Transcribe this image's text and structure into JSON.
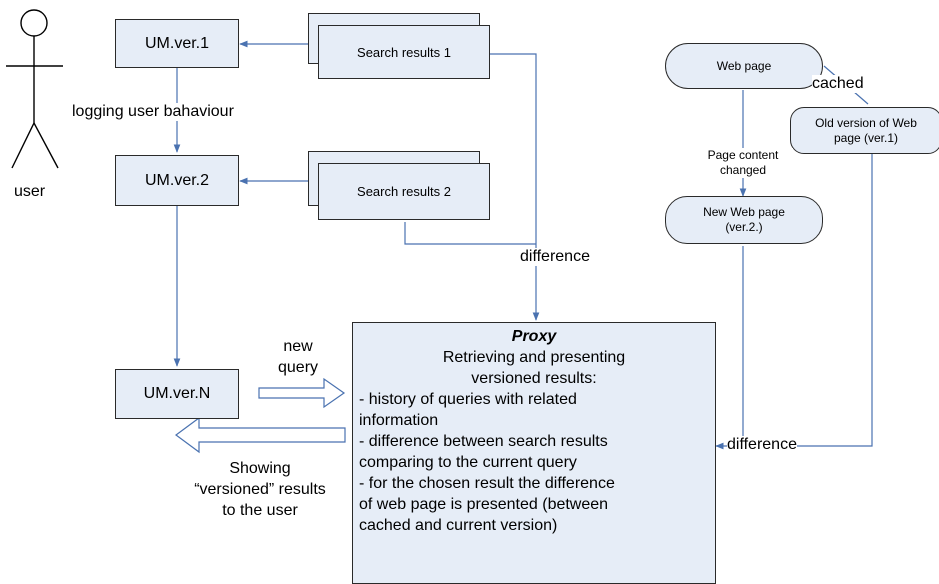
{
  "actor": {
    "label": "user"
  },
  "user_models": {
    "v1": "UM.ver.1",
    "v2": "UM.ver.2",
    "vn": "UM.ver.N"
  },
  "search_results": {
    "r1": "Search results 1",
    "r2": "Search results 2"
  },
  "labels": {
    "logging": "logging user bahaviour",
    "difference_left": "difference",
    "difference_right": "difference",
    "new_query": [
      "new",
      "query"
    ],
    "cached": "cached",
    "page_changed": [
      "Page content",
      "changed"
    ],
    "showing": [
      "Showing",
      "“versioned” results",
      "to the user"
    ]
  },
  "web_pages": {
    "current": "Web page",
    "old": [
      "Old version of Web",
      "page (ver.1)"
    ],
    "new": [
      "New Web page",
      "(ver.2.)"
    ]
  },
  "proxy": {
    "title": "Proxy",
    "subtitle": [
      "Retrieving and presenting",
      "versioned results:"
    ],
    "items": [
      "- history of queries with related",
      "information",
      "- difference between search results",
      "comparing to the current query",
      "- for the chosen result the difference",
      "of web page is presented (between",
      "cached and current version)"
    ]
  },
  "colors": {
    "box_fill": "#e6edf7",
    "connector": "#4a72b0",
    "border": "#2a2a2a"
  }
}
